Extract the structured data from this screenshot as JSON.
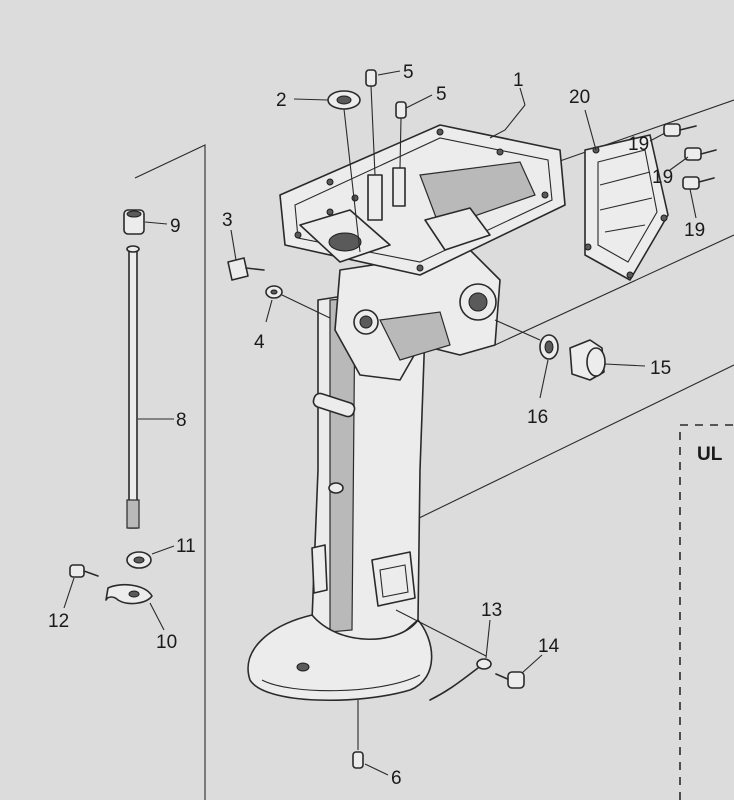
{
  "callouts": [
    {
      "id": "1",
      "text": "1"
    },
    {
      "id": "2",
      "text": "2"
    },
    {
      "id": "3",
      "text": "3"
    },
    {
      "id": "4",
      "text": "4"
    },
    {
      "id": "5a",
      "text": "5"
    },
    {
      "id": "5b",
      "text": "5"
    },
    {
      "id": "6",
      "text": "6"
    },
    {
      "id": "8",
      "text": "8"
    },
    {
      "id": "9",
      "text": "9"
    },
    {
      "id": "10",
      "text": "10"
    },
    {
      "id": "11",
      "text": "11"
    },
    {
      "id": "12",
      "text": "12"
    },
    {
      "id": "13",
      "text": "13"
    },
    {
      "id": "14",
      "text": "14"
    },
    {
      "id": "15",
      "text": "15"
    },
    {
      "id": "16",
      "text": "16"
    },
    {
      "id": "19a",
      "text": "19"
    },
    {
      "id": "19b",
      "text": "19"
    },
    {
      "id": "19c",
      "text": "19"
    },
    {
      "id": "20",
      "text": "20"
    }
  ],
  "inset_label": "UL",
  "colors": {
    "paper": "#dcdcdc",
    "ink": "#2a2a2a"
  }
}
